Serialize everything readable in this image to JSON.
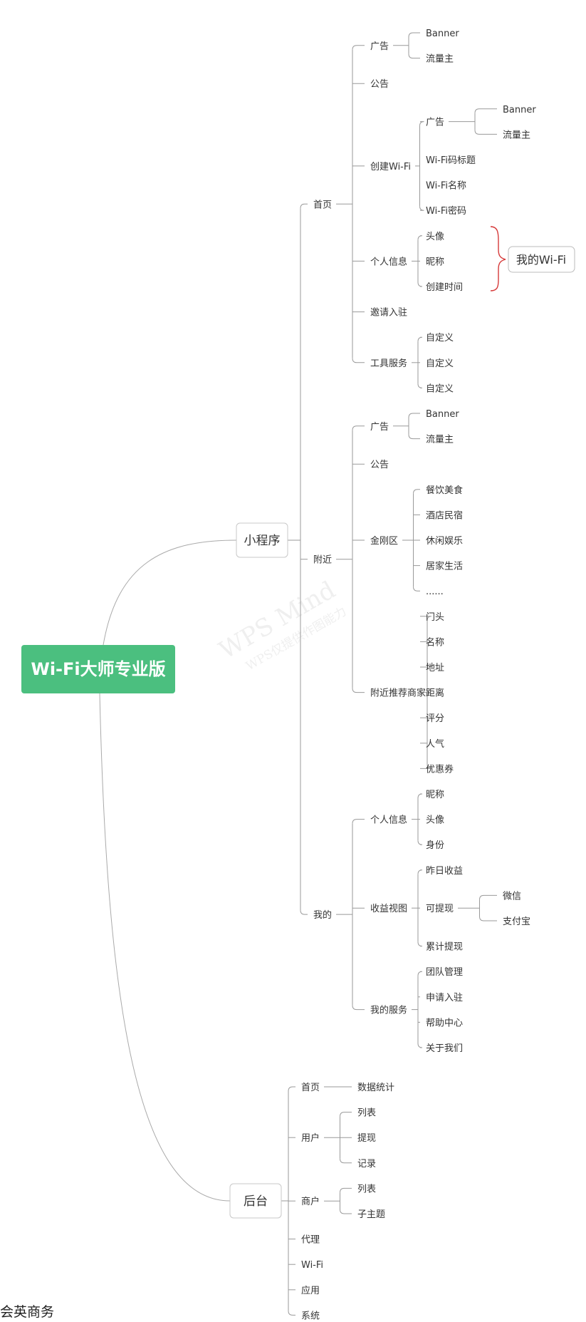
{
  "root": "Wi-Fi大师专业版",
  "watermark": {
    "line1": "WPS Mind",
    "line2": "WPS仅提供作图能力"
  },
  "callout": "我的Wi-Fi",
  "footer": "会英商务",
  "colors": {
    "root": "#4bbf7f",
    "line": "#999999",
    "brace": "#d63a3a"
  },
  "branches": [
    {
      "label": "小程序",
      "children": [
        {
          "label": "首页",
          "children": [
            {
              "label": "广告",
              "children": [
                {
                  "label": "Banner"
                },
                {
                  "label": "流量主"
                }
              ]
            },
            {
              "label": "公告"
            },
            {
              "label": "创建Wi-Fi",
              "children": [
                {
                  "label": "广告",
                  "children": [
                    {
                      "label": "Banner"
                    },
                    {
                      "label": "流量主"
                    }
                  ]
                },
                {
                  "label": "Wi-Fi码标题"
                },
                {
                  "label": "Wi-Fi名称"
                },
                {
                  "label": "Wi-Fi密码"
                }
              ]
            },
            {
              "label": "个人信息",
              "children": [
                {
                  "label": "头像"
                },
                {
                  "label": "昵称"
                },
                {
                  "label": "创建时间"
                }
              ]
            },
            {
              "label": "邀请入驻"
            },
            {
              "label": "工具服务",
              "children": [
                {
                  "label": "自定义"
                },
                {
                  "label": "自定义"
                },
                {
                  "label": "自定义"
                }
              ]
            }
          ]
        },
        {
          "label": "附近",
          "children": [
            {
              "label": "广告",
              "children": [
                {
                  "label": "Banner"
                },
                {
                  "label": "流量主"
                }
              ]
            },
            {
              "label": "公告"
            },
            {
              "label": "金刚区",
              "children": [
                {
                  "label": "餐饮美食"
                },
                {
                  "label": "酒店民宿"
                },
                {
                  "label": "休闲娱乐"
                },
                {
                  "label": "居家生活"
                },
                {
                  "label": "......"
                }
              ]
            },
            {
              "label": "附近推荐商家",
              "children": [
                {
                  "label": "门头"
                },
                {
                  "label": "名称"
                },
                {
                  "label": "地址"
                },
                {
                  "label": "距离"
                },
                {
                  "label": "评分"
                },
                {
                  "label": "人气"
                },
                {
                  "label": "优惠券"
                }
              ]
            }
          ]
        },
        {
          "label": "我的",
          "children": [
            {
              "label": "个人信息",
              "children": [
                {
                  "label": "昵称"
                },
                {
                  "label": "头像"
                },
                {
                  "label": "身份"
                }
              ]
            },
            {
              "label": "收益视图",
              "children": [
                {
                  "label": "昨日收益"
                },
                {
                  "label": "可提现",
                  "children": [
                    {
                      "label": "微信"
                    },
                    {
                      "label": "支付宝"
                    }
                  ]
                },
                {
                  "label": "累计提现"
                }
              ]
            },
            {
              "label": "我的服务",
              "children": [
                {
                  "label": "团队管理"
                },
                {
                  "label": "申请入驻"
                },
                {
                  "label": "帮助中心"
                },
                {
                  "label": "关于我们"
                }
              ]
            }
          ]
        }
      ]
    },
    {
      "label": "后台",
      "children": [
        {
          "label": "首页",
          "children": [
            {
              "label": "数据统计"
            }
          ]
        },
        {
          "label": "用户",
          "children": [
            {
              "label": "列表"
            },
            {
              "label": "提现"
            },
            {
              "label": "记录"
            }
          ]
        },
        {
          "label": "商户",
          "children": [
            {
              "label": "列表"
            },
            {
              "label": "子主题"
            }
          ]
        },
        {
          "label": "代理"
        },
        {
          "label": "Wi-Fi"
        },
        {
          "label": "应用"
        },
        {
          "label": "系统"
        }
      ]
    }
  ]
}
